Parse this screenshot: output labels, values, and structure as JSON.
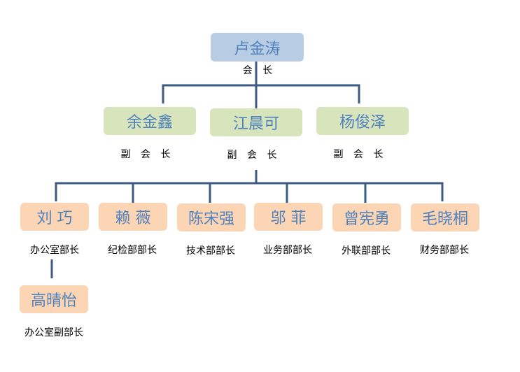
{
  "colors": {
    "line": "#3d5a80",
    "president_fill": "#b8cce4",
    "vice_fill": "#d7e4bc",
    "dept_fill": "#fcd5b4",
    "name_text": "#4f81bd"
  },
  "president": {
    "name": "卢金涛",
    "role": "会 长"
  },
  "vice_presidents": [
    {
      "name": "余金鑫",
      "role": "副 会 长"
    },
    {
      "name": "江晨可",
      "role": "副 会 长"
    },
    {
      "name": "杨俊泽",
      "role": "副 会 长"
    }
  ],
  "departments": [
    {
      "name": "刘 巧",
      "role": "办公室部长"
    },
    {
      "name": "赖 薇",
      "role": "纪检部部长"
    },
    {
      "name": "陈宋强",
      "role": "技术部部长"
    },
    {
      "name": "邬 菲",
      "role": "业务部部长"
    },
    {
      "name": "曾宪勇",
      "role": "外联部部长"
    },
    {
      "name": "毛晓桐",
      "role": "财务部部长"
    }
  ],
  "deputy": {
    "name": "高晴怡",
    "role": "办公室副部长"
  }
}
